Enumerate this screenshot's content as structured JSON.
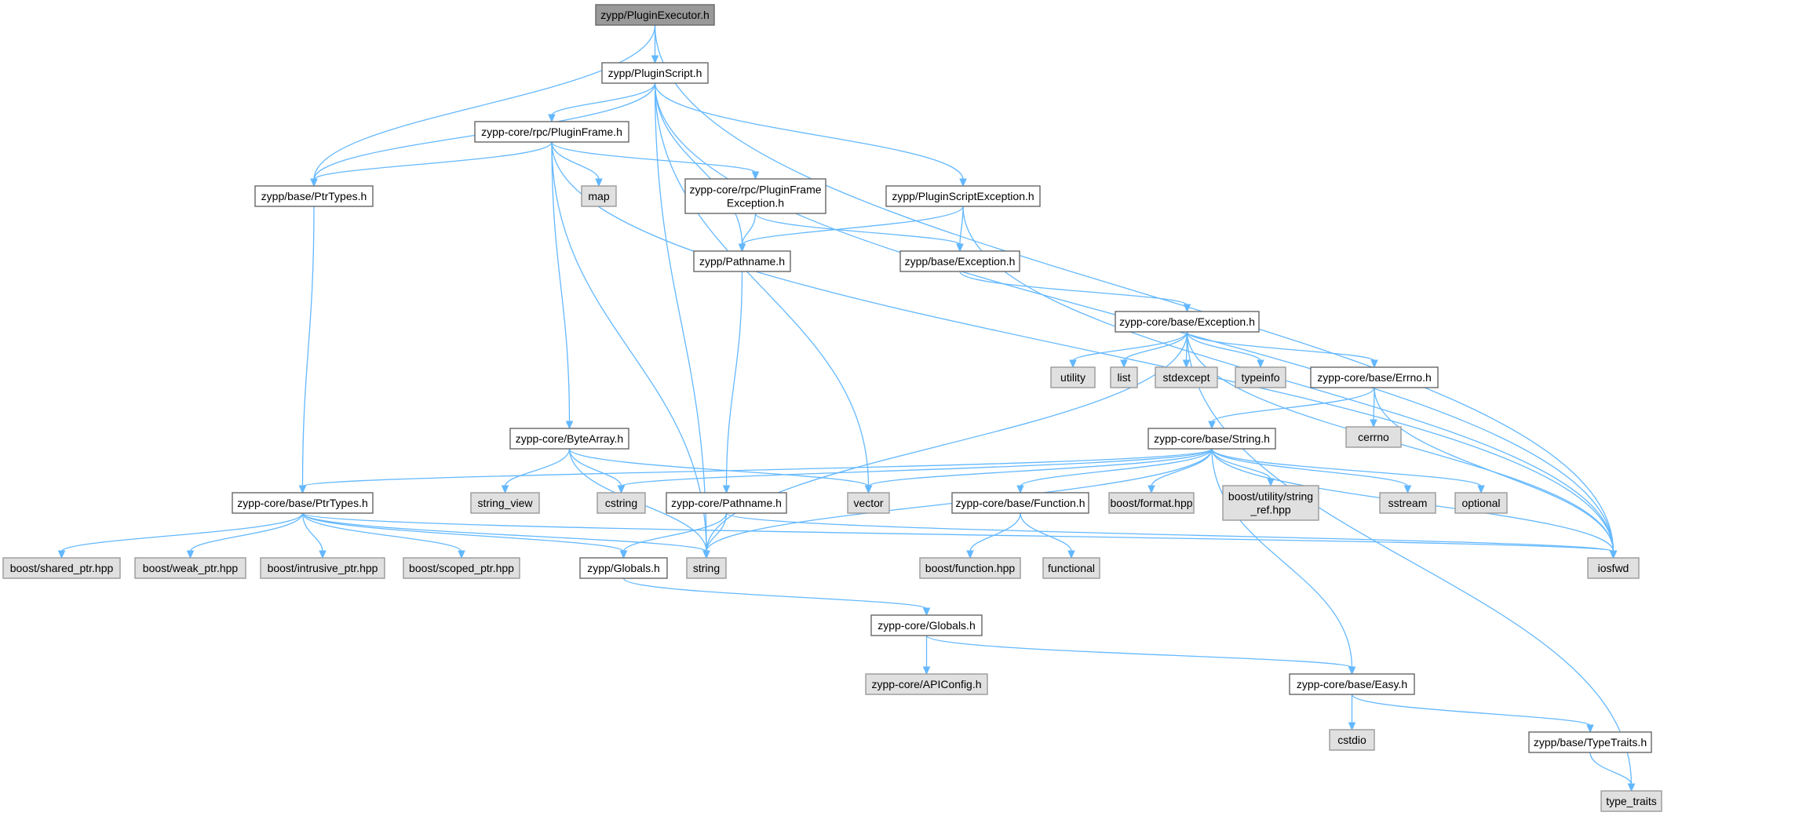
{
  "nodes": [
    {
      "id": "n0",
      "kind": "root",
      "lines": [
        "zypp/PluginExecutor.h"
      ]
    },
    {
      "id": "n1",
      "kind": "file",
      "lines": [
        "zypp/PluginScript.h"
      ]
    },
    {
      "id": "n2",
      "kind": "file",
      "lines": [
        "zypp-core/rpc/PluginFrame.h"
      ]
    },
    {
      "id": "n3",
      "kind": "file",
      "lines": [
        "zypp/base/PtrTypes.h"
      ]
    },
    {
      "id": "n4",
      "kind": "sys",
      "lines": [
        "map"
      ]
    },
    {
      "id": "n5",
      "kind": "file",
      "lines": [
        "zypp-core/rpc/PluginFrame",
        "Exception.h"
      ]
    },
    {
      "id": "n6",
      "kind": "file",
      "lines": [
        "zypp/PluginScriptException.h"
      ]
    },
    {
      "id": "n7",
      "kind": "file",
      "lines": [
        "zypp/Pathname.h"
      ]
    },
    {
      "id": "n8",
      "kind": "file",
      "lines": [
        "zypp/base/Exception.h"
      ]
    },
    {
      "id": "n9",
      "kind": "file",
      "lines": [
        "zypp-core/base/Exception.h"
      ]
    },
    {
      "id": "n10",
      "kind": "sys",
      "lines": [
        "utility"
      ]
    },
    {
      "id": "n11",
      "kind": "sys",
      "lines": [
        "list"
      ]
    },
    {
      "id": "n12",
      "kind": "sys",
      "lines": [
        "stdexcept"
      ]
    },
    {
      "id": "n13",
      "kind": "sys",
      "lines": [
        "typeinfo"
      ]
    },
    {
      "id": "n14",
      "kind": "file",
      "lines": [
        "zypp-core/base/Errno.h"
      ]
    },
    {
      "id": "n15",
      "kind": "sys",
      "lines": [
        "cerrno"
      ]
    },
    {
      "id": "n16",
      "kind": "file",
      "lines": [
        "zypp-core/ByteArray.h"
      ]
    },
    {
      "id": "n17",
      "kind": "file",
      "lines": [
        "zypp-core/base/String.h"
      ]
    },
    {
      "id": "n18",
      "kind": "sys",
      "lines": [
        "string_view"
      ]
    },
    {
      "id": "n19",
      "kind": "sys",
      "lines": [
        "cstring"
      ]
    },
    {
      "id": "n20",
      "kind": "file",
      "lines": [
        "zypp-core/Pathname.h"
      ]
    },
    {
      "id": "n21",
      "kind": "sys",
      "lines": [
        "vector"
      ]
    },
    {
      "id": "n22",
      "kind": "file",
      "lines": [
        "zypp-core/base/Function.h"
      ]
    },
    {
      "id": "n23",
      "kind": "sys",
      "lines": [
        "boost/format.hpp"
      ]
    },
    {
      "id": "n24",
      "kind": "sys",
      "lines": [
        "boost/utility/string",
        "_ref.hpp"
      ]
    },
    {
      "id": "n25",
      "kind": "sys",
      "lines": [
        "sstream"
      ]
    },
    {
      "id": "n26",
      "kind": "sys",
      "lines": [
        "optional"
      ]
    },
    {
      "id": "n27",
      "kind": "file",
      "lines": [
        "zypp-core/base/PtrTypes.h"
      ]
    },
    {
      "id": "n28",
      "kind": "sys",
      "lines": [
        "boost/shared_ptr.hpp"
      ]
    },
    {
      "id": "n29",
      "kind": "sys",
      "lines": [
        "boost/weak_ptr.hpp"
      ]
    },
    {
      "id": "n30",
      "kind": "sys",
      "lines": [
        "boost/intrusive_ptr.hpp"
      ]
    },
    {
      "id": "n31",
      "kind": "sys",
      "lines": [
        "boost/scoped_ptr.hpp"
      ]
    },
    {
      "id": "n32",
      "kind": "file",
      "lines": [
        "zypp/Globals.h"
      ]
    },
    {
      "id": "n33",
      "kind": "sys",
      "lines": [
        "string"
      ]
    },
    {
      "id": "n34",
      "kind": "sys",
      "lines": [
        "iosfwd"
      ]
    },
    {
      "id": "n35",
      "kind": "sys",
      "lines": [
        "boost/function.hpp"
      ]
    },
    {
      "id": "n36",
      "kind": "sys",
      "lines": [
        "functional"
      ]
    },
    {
      "id": "n37",
      "kind": "file",
      "lines": [
        "zypp-core/Globals.h"
      ]
    },
    {
      "id": "n38",
      "kind": "sys",
      "lines": [
        "zypp-core/APIConfig.h"
      ]
    },
    {
      "id": "n39",
      "kind": "file",
      "lines": [
        "zypp-core/base/Easy.h"
      ]
    },
    {
      "id": "n40",
      "kind": "sys",
      "lines": [
        "cstdio"
      ]
    },
    {
      "id": "n41",
      "kind": "file",
      "lines": [
        "zypp/base/TypeTraits.h"
      ]
    },
    {
      "id": "n42",
      "kind": "sys",
      "lines": [
        "type_traits"
      ]
    }
  ],
  "edges": [
    [
      "n0",
      "n1"
    ],
    [
      "n0",
      "n3"
    ],
    [
      "n0",
      "n34"
    ],
    [
      "n1",
      "n2"
    ],
    [
      "n1",
      "n3"
    ],
    [
      "n1",
      "n6"
    ],
    [
      "n1",
      "n7"
    ],
    [
      "n1",
      "n21"
    ],
    [
      "n1",
      "n33"
    ],
    [
      "n1",
      "n34"
    ],
    [
      "n2",
      "n3"
    ],
    [
      "n2",
      "n4"
    ],
    [
      "n2",
      "n5"
    ],
    [
      "n2",
      "n16"
    ],
    [
      "n2",
      "n33"
    ],
    [
      "n2",
      "n34"
    ],
    [
      "n3",
      "n27"
    ],
    [
      "n5",
      "n7"
    ],
    [
      "n5",
      "n8"
    ],
    [
      "n6",
      "n7"
    ],
    [
      "n6",
      "n8"
    ],
    [
      "n6",
      "n34"
    ],
    [
      "n7",
      "n20"
    ],
    [
      "n8",
      "n9"
    ],
    [
      "n9",
      "n10"
    ],
    [
      "n9",
      "n11"
    ],
    [
      "n9",
      "n12"
    ],
    [
      "n9",
      "n13"
    ],
    [
      "n9",
      "n14"
    ],
    [
      "n9",
      "n33"
    ],
    [
      "n9",
      "n34"
    ],
    [
      "n9",
      "n42"
    ],
    [
      "n14",
      "n15"
    ],
    [
      "n14",
      "n17"
    ],
    [
      "n14",
      "n34"
    ],
    [
      "n16",
      "n18"
    ],
    [
      "n16",
      "n19"
    ],
    [
      "n16",
      "n21"
    ],
    [
      "n16",
      "n33"
    ],
    [
      "n17",
      "n19"
    ],
    [
      "n17",
      "n21"
    ],
    [
      "n17",
      "n22"
    ],
    [
      "n17",
      "n23"
    ],
    [
      "n17",
      "n24"
    ],
    [
      "n17",
      "n25"
    ],
    [
      "n17",
      "n26"
    ],
    [
      "n17",
      "n27"
    ],
    [
      "n17",
      "n33"
    ],
    [
      "n17",
      "n34"
    ],
    [
      "n17",
      "n39"
    ],
    [
      "n20",
      "n32"
    ],
    [
      "n20",
      "n33"
    ],
    [
      "n20",
      "n34"
    ],
    [
      "n22",
      "n35"
    ],
    [
      "n22",
      "n36"
    ],
    [
      "n27",
      "n28"
    ],
    [
      "n27",
      "n29"
    ],
    [
      "n27",
      "n30"
    ],
    [
      "n27",
      "n31"
    ],
    [
      "n27",
      "n32"
    ],
    [
      "n27",
      "n33"
    ],
    [
      "n27",
      "n34"
    ],
    [
      "n32",
      "n37"
    ],
    [
      "n37",
      "n38"
    ],
    [
      "n37",
      "n39"
    ],
    [
      "n39",
      "n40"
    ],
    [
      "n39",
      "n41"
    ],
    [
      "n41",
      "n42"
    ]
  ]
}
